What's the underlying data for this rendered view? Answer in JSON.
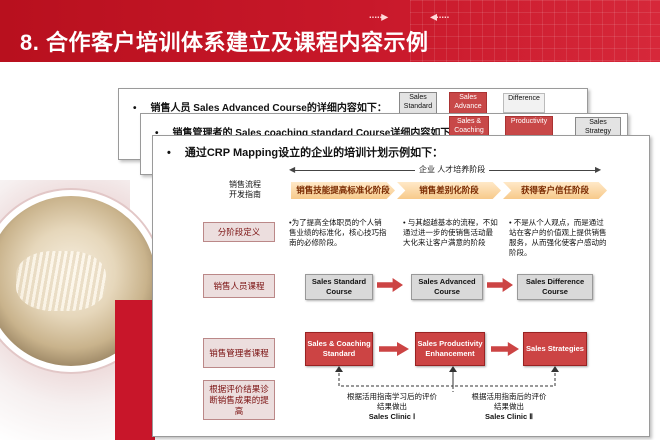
{
  "slide": {
    "title": "8. 合作客户培训体系建立及课程内容示例"
  },
  "panel1": {
    "bullet": "•",
    "heading": "销售人员 Sales Advanced Course的详细内容如下：",
    "chips": [
      "Sales Standard",
      "Sales Advance",
      "Difference"
    ]
  },
  "panel2": {
    "bullet": "•",
    "heading": "销售管理者的 Sales coaching standard Course详细内容如下：",
    "chips": [
      "Sales & Coaching",
      "Productivity",
      "Sales Strategy"
    ]
  },
  "panel3": {
    "bullet": "•",
    "heading": "通过CRP Mapping设立的企业的培训计划示例如下：",
    "phase_header": "企业 人才培养阶段",
    "left_label": "销售流程\n开发指南",
    "phases": [
      "销售技能提高标准化阶段",
      "销售差别化阶段",
      "获得客户信任阶段"
    ],
    "rows": {
      "stage_def": "分阶段定义",
      "sales_course": "销售人员课程",
      "manager_course": "销售管理者课程",
      "evaluation": "根据评价结果诊断销售成果的提高"
    },
    "descriptions": [
      "•为了提高全体职员的个人销售业绩的标准化，核心技巧指南的必修阶段。",
      "• 与其超越基本的流程，不如通过进一步的使销售活动最大化来让客户满意的阶段",
      "• 不是从个人观点，而是通过站在客户的价值观上提供销售服务，从而强化使客户感动的阶段。"
    ],
    "sales_courses": [
      "Sales Standard Course",
      "Sales Advanced Course",
      "Sales Difference Course"
    ],
    "manager_courses": [
      "Sales & Coaching Standard",
      "Sales Productivity Enhancement",
      "Sales Strategies"
    ],
    "clinics": [
      {
        "text": "根据活用指南学习后的评价结果做出",
        "name": "Sales Clinic Ⅰ"
      },
      {
        "text": "根据活用指南后的评价结果做出",
        "name": "Sales Clinic Ⅱ"
      }
    ]
  }
}
